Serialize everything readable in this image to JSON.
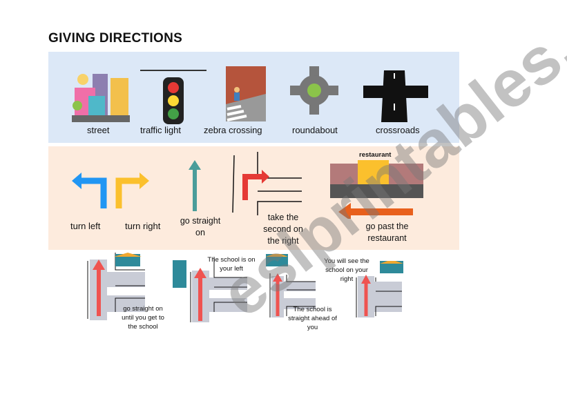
{
  "title": "GIVING DIRECTIONS",
  "vocabulary": [
    "street",
    "traffic light",
    "zebra crossing",
    "roundabout",
    "crossroads"
  ],
  "directions": {
    "turn_left": "turn left",
    "turn_right": "turn right",
    "go_straight": [
      "go straight",
      "on"
    ],
    "second_right": [
      "take the",
      "second on",
      "the right"
    ],
    "go_past": [
      "go past the",
      "restaurant"
    ],
    "restaurant_sign": "restaurant"
  },
  "examples": {
    "ex1": [
      "go straight on",
      "until you get to",
      "the school"
    ],
    "ex2": [
      "The school is on",
      "your left"
    ],
    "ex3": [
      "The school is",
      "straight ahead of",
      "you"
    ],
    "ex4": [
      "You will see the",
      "school on your",
      "right"
    ]
  },
  "watermark": "eslprintables.com",
  "colors": {
    "blue_panel": "#dce8f7",
    "peach_panel": "#fdebdd",
    "arrow_red": "#ef5350"
  }
}
